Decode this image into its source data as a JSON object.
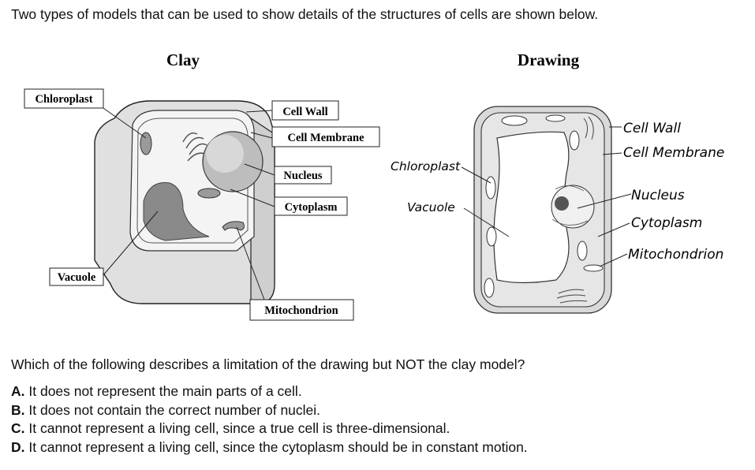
{
  "intro": "Two types of models that can be used to show details of the structures of cells are shown below.",
  "clay": {
    "title": "Clay",
    "labels": {
      "chloroplast": "Chloroplast",
      "cell_wall": "Cell Wall",
      "cell_membrane": "Cell Membrane",
      "nucleus": "Nucleus",
      "cytoplasm": "Cytoplasm",
      "vacuole": "Vacuole",
      "mitochondrion": "Mitochondrion"
    }
  },
  "drawing": {
    "title": "Drawing",
    "labels": {
      "chloroplast": "Chloroplast",
      "vacuole": "Vacuole",
      "cell_wall": "Cell Wall",
      "cell_membrane": "Cell Membrane",
      "nucleus": "Nucleus",
      "cytoplasm": "Cytoplasm",
      "mitochondrion": "Mitochondrion"
    }
  },
  "question": "Which of the following describes a limitation of the drawing but NOT the clay model?",
  "choices": [
    {
      "letter": "A.",
      "text": "It does not represent the main parts of a cell."
    },
    {
      "letter": "B.",
      "text": "It does not contain the correct number of nuclei."
    },
    {
      "letter": "C.",
      "text": "It cannot represent a living cell, since a true cell is three-dimensional."
    },
    {
      "letter": "D.",
      "text": "It cannot represent a living cell, since the cytoplasm should be in constant motion."
    }
  ]
}
